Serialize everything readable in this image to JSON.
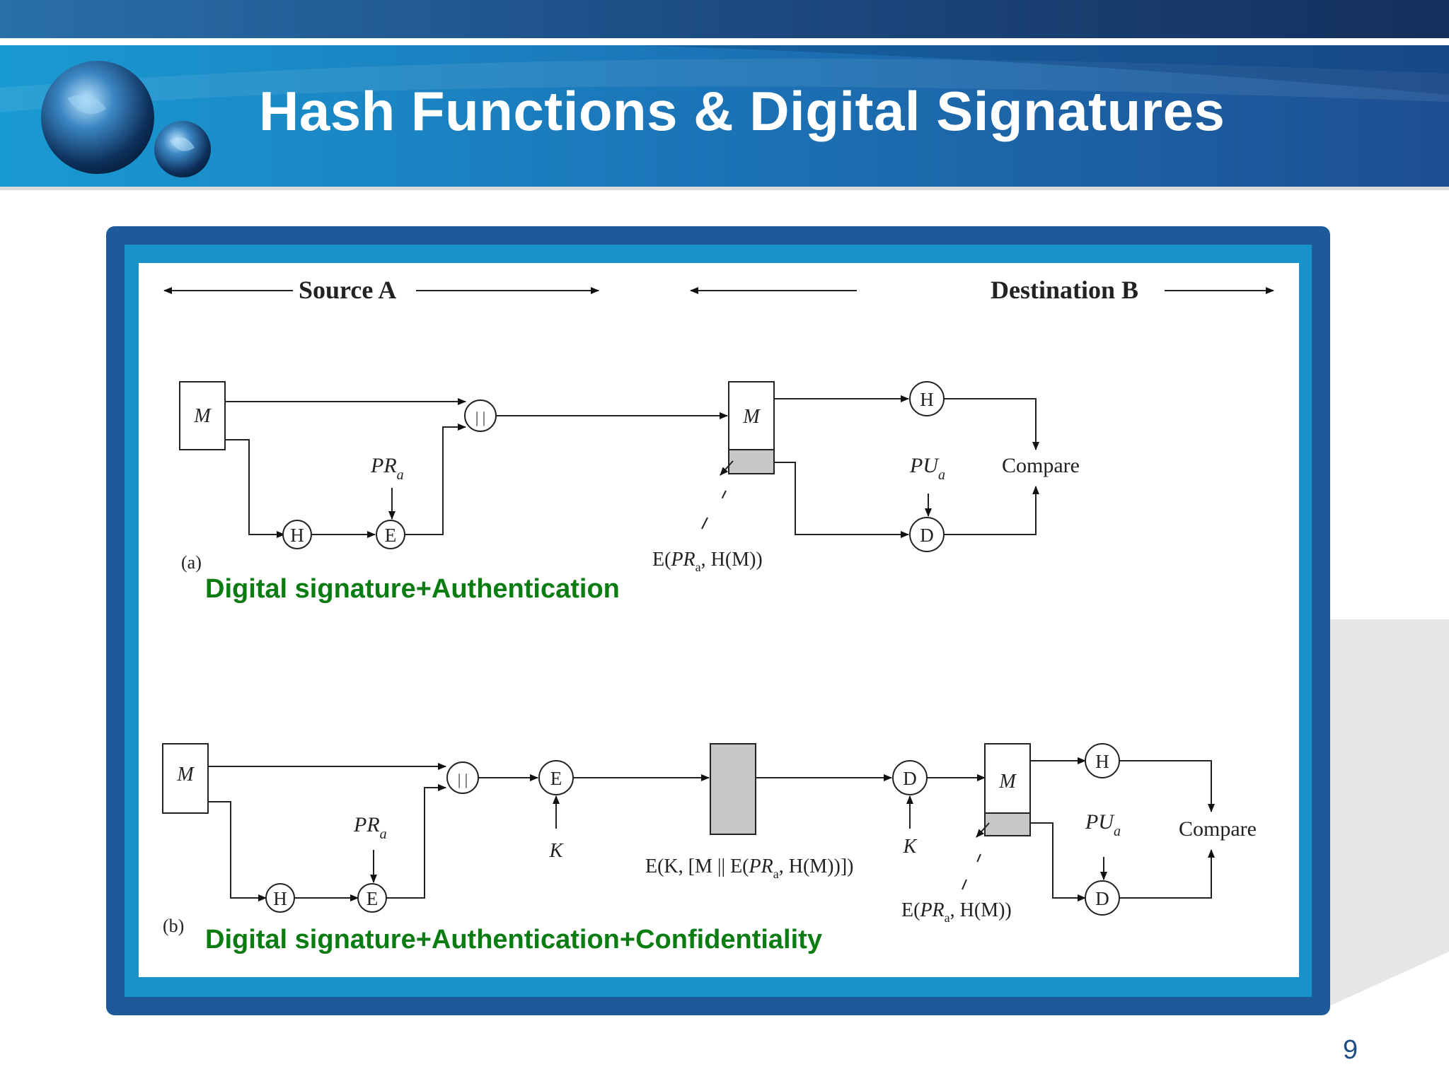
{
  "slide": {
    "title": "Hash Functions & Digital Signatures",
    "page_number": "9"
  },
  "colors": {
    "header_blue": "#1b63a8",
    "frame_dark_blue": "#1d5a9a",
    "frame_light_blue": "#1991c9",
    "caption_green": "#0a7c12"
  },
  "diagram": {
    "header_source": "Source A",
    "header_destination": "Destination B",
    "a": {
      "label": "(a)",
      "caption": "Digital signature+Authentication",
      "nodes": {
        "m_source": "M",
        "concat": "| |",
        "h_source": "H",
        "e_source": "E",
        "m_dest": "M",
        "h_dest": "H",
        "d_dest": "D"
      },
      "key_source": "PR",
      "key_source_sub": "a",
      "key_dest": "PU",
      "key_dest_sub": "a",
      "compare": "Compare",
      "signature_label": {
        "pre": "E(",
        "key": "PR",
        "sub": "a",
        "post": ", H(M))"
      }
    },
    "b": {
      "label": "(b)",
      "caption": "Digital signature+Authentication+Confidentiality",
      "nodes": {
        "m_source": "M",
        "concat": "| |",
        "h_source": "H",
        "e_source": "E",
        "e_outer": "E",
        "d_outer": "D",
        "m_dest": "M",
        "h_dest": "H",
        "d_dest": "D"
      },
      "key_source": "PR",
      "key_source_sub": "a",
      "key_dest": "PU",
      "key_dest_sub": "a",
      "sym_key_source": "K",
      "sym_key_dest": "K",
      "compare": "Compare",
      "ciphertext_label": {
        "pre": "E(K, [M || E(",
        "key": "PR",
        "sub": "a",
        "post": ", H(M))])"
      },
      "signature_label": {
        "pre": "E(",
        "key": "PR",
        "sub": "a",
        "post": ", H(M))"
      }
    }
  }
}
